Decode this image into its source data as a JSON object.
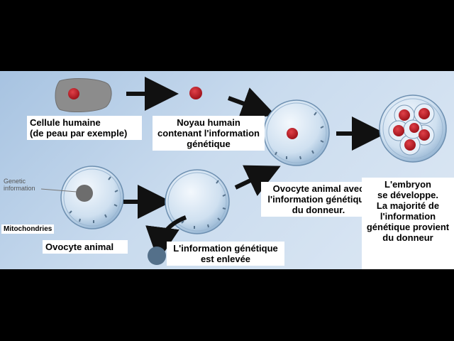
{
  "labels": {
    "human_cell": [
      "Cellule humaine",
      "(de peau par exemple)"
    ],
    "human_nucleus": [
      "Noyau humain",
      "contenant l'information",
      "génétique"
    ],
    "donor_oocyte": [
      "Ovocyte animal avec",
      "l'information génétique",
      "du donneur."
    ],
    "embryo": [
      "L'embryon",
      "se développe.",
      "La majorité de",
      "l'information",
      "génétique provient",
      "du donneur"
    ],
    "animal_oocyte": [
      "Ovocyte animal"
    ],
    "removed": [
      "L'information génétique",
      "est enlevée"
    ],
    "genetic_information": [
      "Genetic",
      "information"
    ],
    "mitochondries": [
      "Mitochondries"
    ]
  },
  "colors": {
    "nucleus": "#b0141c",
    "cell": "#d6e6f4",
    "arrow": "#111111",
    "removed_nucleus": "#54708a"
  }
}
